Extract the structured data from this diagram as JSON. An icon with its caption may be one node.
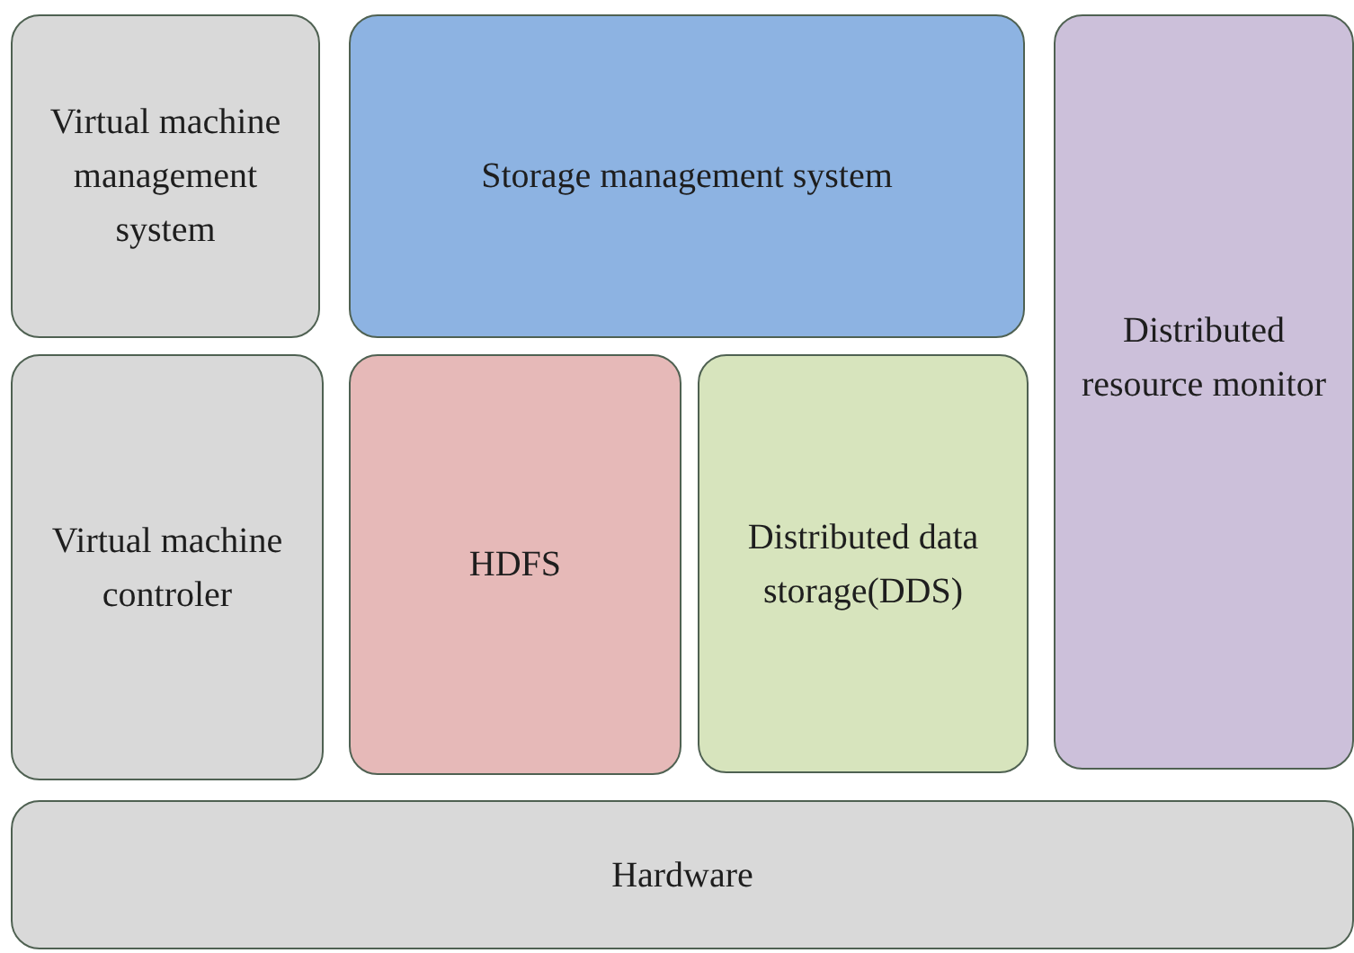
{
  "diagram": {
    "nodes": [
      {
        "text": [
          "Virtual machine management system"
        ]
      },
      {
        "text": [
          "Storage management system"
        ]
      },
      {
        "text": [
          "Distributed resource monitor"
        ]
      },
      {
        "text": [
          "Virtual machine controler"
        ]
      },
      {
        "text": [
          "HDFS"
        ]
      },
      {
        "text": [
          "Distributed data storage(DDS)"
        ]
      },
      {
        "text": [
          "Hardware"
        ]
      }
    ]
  }
}
